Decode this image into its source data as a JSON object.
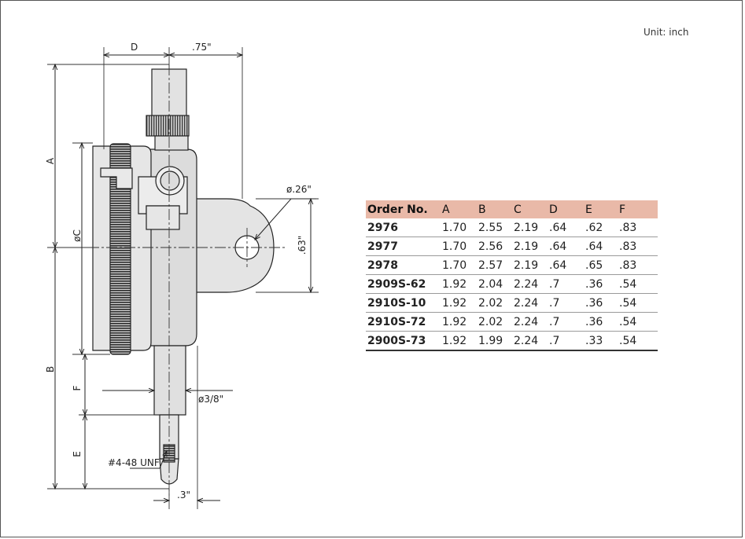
{
  "unit_note": "Unit: inch",
  "drawing": {
    "dim_D": "D",
    "dim_depth": ".75\"",
    "dim_A": "A",
    "dim_C": "øC",
    "dim_B": "B",
    "dim_F": "F",
    "dim_E": "E",
    "dim_hole": "ø.26\"",
    "dim_lug": ".63\"",
    "dim_stem": "ø3/8\"",
    "dim_thread": "#4-48 UNF",
    "dim_tip": ".3\""
  },
  "table": {
    "headers": [
      "Order No.",
      "A",
      "B",
      "C",
      "D",
      "E",
      "F"
    ],
    "rows": [
      [
        "2976",
        "1.70",
        "2.55",
        "2.19",
        ".64",
        ".62",
        ".83"
      ],
      [
        "2977",
        "1.70",
        "2.56",
        "2.19",
        ".64",
        ".64",
        ".83"
      ],
      [
        "2978",
        "1.70",
        "2.57",
        "2.19",
        ".64",
        ".65",
        ".83"
      ],
      [
        "2909S-62",
        "1.92",
        "2.04",
        "2.24",
        ".7",
        ".36",
        ".54"
      ],
      [
        "2910S-10",
        "1.92",
        "2.02",
        "2.24",
        ".7",
        ".36",
        ".54"
      ],
      [
        "2910S-72",
        "1.92",
        "2.02",
        "2.24",
        ".7",
        ".36",
        ".54"
      ],
      [
        "2900S-73",
        "1.92",
        "1.99",
        "2.24",
        ".7",
        ".33",
        ".54"
      ]
    ]
  },
  "colors": {
    "header_bg": "#e9b9a8",
    "body_fill": "#e2e2e2",
    "line": "#222222"
  }
}
